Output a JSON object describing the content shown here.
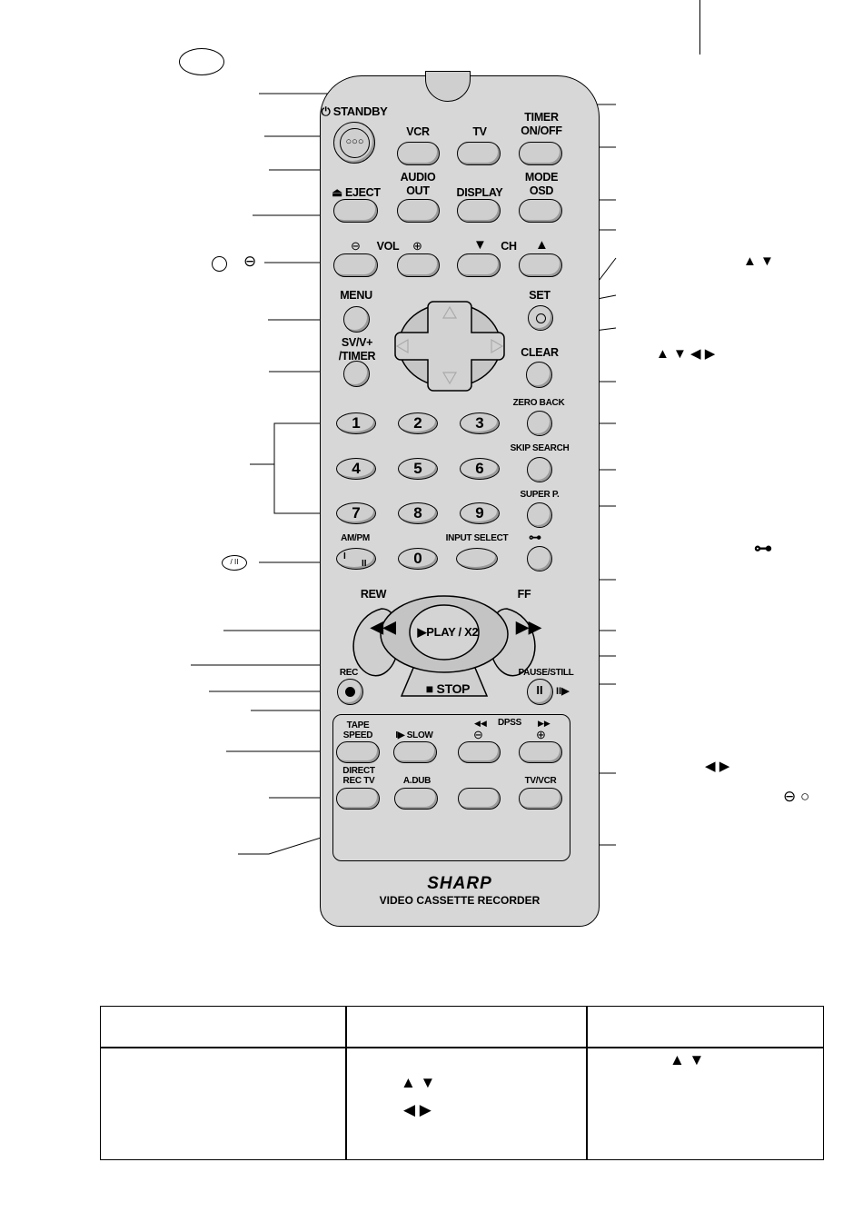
{
  "remote": {
    "buttons": {
      "standby": "⏻ STANDBY",
      "vcr": "VCR",
      "tv": "TV",
      "timer_onoff": "TIMER\nON/OFF",
      "eject": "⏏ EJECT",
      "audio_out": "AUDIO\nOUT",
      "display": "DISPLAY",
      "mode_osd": "MODE\nOSD",
      "vol": "VOL",
      "ch": "CH",
      "menu": "MENU",
      "set": "SET",
      "sv_timer": "SV/V+\n/TIMER",
      "clear": "CLEAR",
      "zero_back": "ZERO BACK",
      "skip_search": "SKIP SEARCH",
      "super_p": "SUPER P.",
      "am_pm": "AM/PM",
      "input_select": "INPUT SELECT",
      "rew": "REW",
      "ff": "FF",
      "play_x2": "▶PLAY / X2",
      "stop": "■ STOP",
      "rec": "REC",
      "pause_still": "PAUSE/STILL",
      "tape_speed": "TAPE\nSPEED",
      "slow": "I▶ SLOW",
      "dpss": "DPSS",
      "direct_rec_tv": "DIRECT\nREC TV",
      "a_dub": "A.DUB",
      "tv_vcr": "TV/VCR"
    },
    "numbers": [
      "1",
      "2",
      "3",
      "4",
      "5",
      "6",
      "7",
      "8",
      "9",
      "0"
    ],
    "brand": "SHARP",
    "model": "VIDEO CASSETTE RECORDER"
  },
  "icons": {
    "up_down": "▲ ▼",
    "four_way": "▲ ▼ ◀ ▶",
    "key": "⊶",
    "dpss_arrows": "◀ ▶",
    "minus_plus": "⊖ ○"
  },
  "table": {
    "col2_row2_line1": "▲ ▼",
    "col2_row2_line2": "◀ ▶",
    "col3_row2_line1": "▲ ▼"
  }
}
